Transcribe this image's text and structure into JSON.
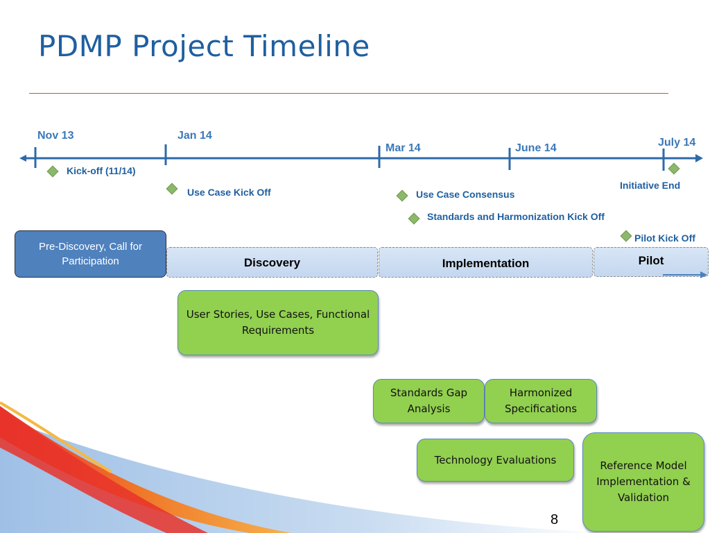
{
  "title": "PDMP Project Timeline",
  "dates": {
    "nov13": "Nov 13",
    "jan14": "Jan 14",
    "mar14": "Mar 14",
    "june14": "June 14",
    "july14": "July 14"
  },
  "milestones": {
    "kickoff": "Kick-off  (11/14)",
    "use_case_kickoff": "Use Case Kick Off",
    "use_case_consensus": "Use Case Consensus",
    "standards_kickoff": "Standards and Harmonization Kick Off",
    "initiative_end": "Initiative End",
    "pilot_kickoff": "Pilot Kick Off"
  },
  "phases": {
    "pre_discovery": "Pre-Discovery, Call for Participation",
    "discovery": "Discovery",
    "implementation": "Implementation",
    "pilot": "Pilot"
  },
  "activities": {
    "user_stories": "User Stories, Use Cases, Functional Requirements",
    "gap_analysis": "Standards Gap Analysis",
    "harmonized_specs": "Harmonized Specifications",
    "tech_eval": "Technology Evaluations",
    "reference_model": "Reference Model Implementation & Validation"
  },
  "page_number": "8",
  "colors": {
    "title": "#1f5f9f",
    "rule": "#d9502e",
    "timeline": "#2e6aa8",
    "milestone_diamond": "#8bb86a",
    "phase_fill": "#c4d7ef",
    "pre_discovery_fill": "#4f81bd",
    "activity_fill": "#92d050"
  }
}
